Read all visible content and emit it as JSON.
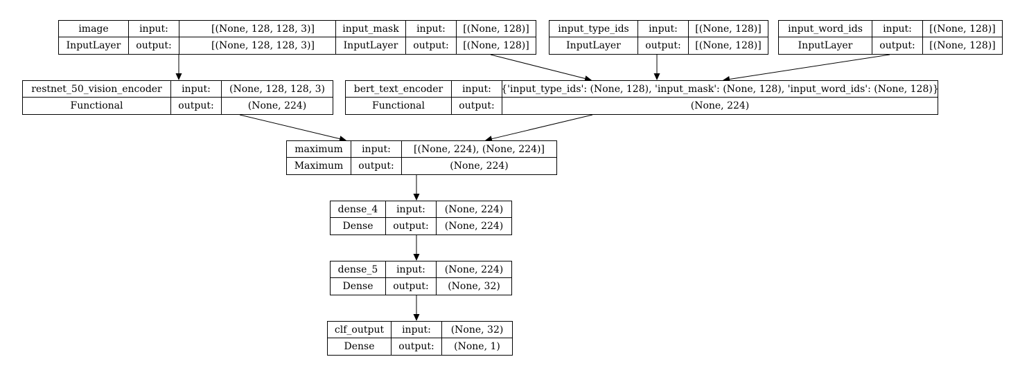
{
  "nodes": [
    {
      "id": "image",
      "name": "image",
      "type": "InputLayer",
      "input_label": "input:",
      "output_label": "output:",
      "input_shape": "[(None, 128, 128, 3)]",
      "output_shape": "[(None, 128, 128, 3)]"
    },
    {
      "id": "input_mask",
      "name": "input_mask",
      "type": "InputLayer",
      "input_label": "input:",
      "output_label": "output:",
      "input_shape": "[(None, 128)]",
      "output_shape": "[(None, 128)]"
    },
    {
      "id": "input_type_ids",
      "name": "input_type_ids",
      "type": "InputLayer",
      "input_label": "input:",
      "output_label": "output:",
      "input_shape": "[(None, 128)]",
      "output_shape": "[(None, 128)]"
    },
    {
      "id": "input_word_ids",
      "name": "input_word_ids",
      "type": "InputLayer",
      "input_label": "input:",
      "output_label": "output:",
      "input_shape": "[(None, 128)]",
      "output_shape": "[(None, 128)]"
    },
    {
      "id": "restnet_50_vision_encoder",
      "name": "restnet_50_vision_encoder",
      "type": "Functional",
      "input_label": "input:",
      "output_label": "output:",
      "input_shape": "(None, 128, 128, 3)",
      "output_shape": "(None, 224)"
    },
    {
      "id": "bert_text_encoder",
      "name": "bert_text_encoder",
      "type": "Functional",
      "input_label": "input:",
      "output_label": "output:",
      "input_shape": "{'input_type_ids': (None, 128), 'input_mask': (None, 128), 'input_word_ids': (None, 128)}",
      "output_shape": "(None, 224)"
    },
    {
      "id": "maximum",
      "name": "maximum",
      "type": "Maximum",
      "input_label": "input:",
      "output_label": "output:",
      "input_shape": "[(None, 224), (None, 224)]",
      "output_shape": "(None, 224)"
    },
    {
      "id": "dense_4",
      "name": "dense_4",
      "type": "Dense",
      "input_label": "input:",
      "output_label": "output:",
      "input_shape": "(None, 224)",
      "output_shape": "(None, 224)"
    },
    {
      "id": "dense_5",
      "name": "dense_5",
      "type": "Dense",
      "input_label": "input:",
      "output_label": "output:",
      "input_shape": "(None, 224)",
      "output_shape": "(None, 32)"
    },
    {
      "id": "clf_output",
      "name": "clf_output",
      "type": "Dense",
      "input_label": "input:",
      "output_label": "output:",
      "input_shape": "(None, 32)",
      "output_shape": "(None, 1)"
    }
  ],
  "edges": [
    {
      "from": "image",
      "to": "restnet_50_vision_encoder"
    },
    {
      "from": "input_mask",
      "to": "bert_text_encoder"
    },
    {
      "from": "input_type_ids",
      "to": "bert_text_encoder"
    },
    {
      "from": "input_word_ids",
      "to": "bert_text_encoder"
    },
    {
      "from": "restnet_50_vision_encoder",
      "to": "maximum"
    },
    {
      "from": "bert_text_encoder",
      "to": "maximum"
    },
    {
      "from": "maximum",
      "to": "dense_4"
    },
    {
      "from": "dense_4",
      "to": "dense_5"
    },
    {
      "from": "dense_5",
      "to": "clf_output"
    }
  ]
}
